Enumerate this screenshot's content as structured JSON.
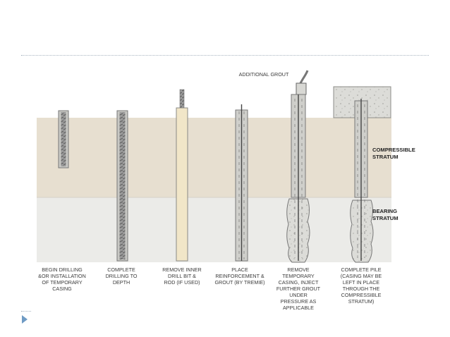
{
  "figure": {
    "top_label": "ADDITIONAL GROUT",
    "side_labels": [
      [
        "COMPRESSIBLE",
        "STRATUM"
      ],
      [
        "BEARING",
        "STRATUM"
      ]
    ],
    "steps": [
      [
        "BEGIN DRILLING",
        "&OR INSTALLATION",
        "OF TEMPORARY",
        "CASING"
      ],
      [
        "COMPLETE",
        "DRILLING TO",
        "DEPTH"
      ],
      [
        "REMOVE INNER",
        "DRILL BIT &",
        "ROD (IF USED)"
      ],
      [
        "PLACE",
        "REINFORCEMENT &",
        "GROUT (BY TREMIE)"
      ],
      [
        "REMOVE",
        "TEMPORARY",
        "CASING, INJECT",
        "FURTHER GROUT",
        "UNDER",
        "PRESSURE AS",
        "APPLICABLE"
      ],
      [
        "COMPLETE PILE",
        "(CASING MAY BE",
        "LEFT IN PLACE",
        "THROUGH THE",
        "COMPRESSIBLE",
        "STRATUM)"
      ]
    ]
  }
}
